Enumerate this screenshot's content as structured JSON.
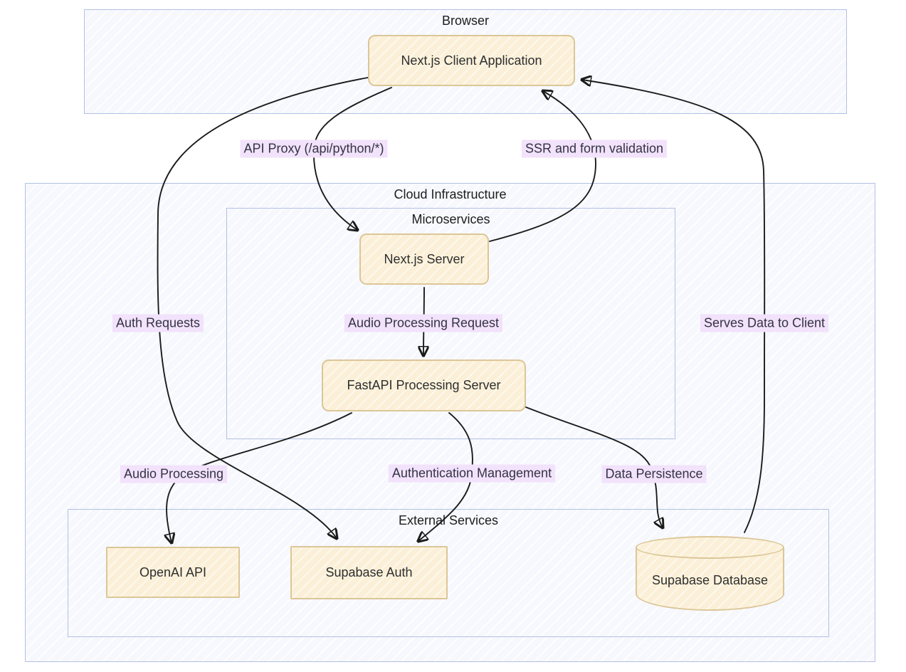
{
  "diagram": {
    "containers": {
      "browser": {
        "label": "Browser"
      },
      "cloud": {
        "label": "Cloud Infrastructure"
      },
      "microservices": {
        "label": "Microservices"
      },
      "external": {
        "label": "External Services"
      }
    },
    "nodes": {
      "client": {
        "label": "Next.js Client Application",
        "shape": "rounded-rect"
      },
      "server": {
        "label": "Next.js Server",
        "shape": "rounded-rect"
      },
      "fastapi": {
        "label": "FastAPI Processing Server",
        "shape": "rounded-rect"
      },
      "openai": {
        "label": "OpenAI API",
        "shape": "rect"
      },
      "supabase_auth": {
        "label": "Supabase Auth",
        "shape": "rect"
      },
      "supabase_db": {
        "label": "Supabase Database",
        "shape": "cylinder"
      }
    },
    "edge_labels": {
      "api_proxy": "API Proxy (/api/python/*)",
      "ssr": "SSR and form validation",
      "auth_requests": "Auth Requests",
      "audio_request": "Audio Processing Request",
      "serves_data": "Serves Data to Client",
      "audio_processing": "Audio Processing",
      "auth_mgmt": "Authentication Management",
      "data_persistence": "Data Persistence"
    },
    "edges": [
      {
        "from": "client",
        "to": "server",
        "label": "API Proxy (/api/python/*)"
      },
      {
        "from": "server",
        "to": "client",
        "label": "SSR and form validation"
      },
      {
        "from": "server",
        "to": "fastapi",
        "label": "Audio Processing Request"
      },
      {
        "from": "client",
        "to": "supabase_auth",
        "label": "Auth Requests"
      },
      {
        "from": "fastapi",
        "to": "openai",
        "label": "Audio Processing"
      },
      {
        "from": "fastapi",
        "to": "supabase_auth",
        "label": "Authentication Management"
      },
      {
        "from": "fastapi",
        "to": "supabase_db",
        "label": "Data Persistence"
      },
      {
        "from": "supabase_db",
        "to": "client",
        "label": "Serves Data to Client"
      }
    ],
    "colors": {
      "cluster_fill": "#f6f8fd",
      "cluster_border": "#b3c0e2",
      "node_fill": "#fbf0d7",
      "node_border": "#dcc698",
      "edge_label_bg": "#f2e2fb",
      "edge_stroke": "#1b1b1b",
      "text": "#2e2e2e"
    }
  }
}
